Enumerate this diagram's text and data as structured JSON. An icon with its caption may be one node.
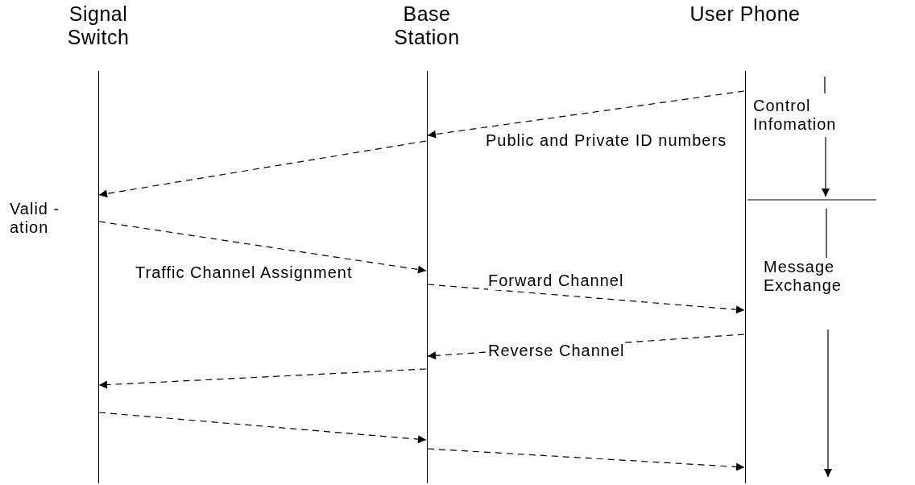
{
  "diagram": {
    "nodes": [
      {
        "text": [
          "Signal Switch"
        ]
      },
      {
        "text": [
          "Base Station"
        ]
      },
      {
        "text": [
          "User Phone"
        ]
      }
    ],
    "edges": [
      {
        "from": 2,
        "to": 1,
        "arrow": "to",
        "style": "dashed",
        "label": "Public and Private ID numbers"
      },
      {
        "from": 1,
        "to": 0,
        "arrow": "to",
        "style": "dashed"
      },
      {
        "from": 0,
        "to": 1,
        "arrow": "to",
        "style": "dashed",
        "label": "Traffic Channel Assignment"
      },
      {
        "from": 1,
        "to": 2,
        "arrow": "to",
        "style": "dashed",
        "label": "Forward Channel"
      },
      {
        "from": 2,
        "to": 1,
        "arrow": "to",
        "style": "dashed",
        "label": "Reverse Channel"
      },
      {
        "from": 1,
        "to": 0,
        "arrow": "to",
        "style": "dashed"
      },
      {
        "from": 0,
        "to": 1,
        "arrow": "to",
        "style": "dashed"
      },
      {
        "from": 1,
        "to": 2,
        "arrow": "to",
        "style": "dashed"
      }
    ],
    "labels": [
      "Valid -ation",
      "Control Infomation",
      "Message Exchange"
    ]
  }
}
